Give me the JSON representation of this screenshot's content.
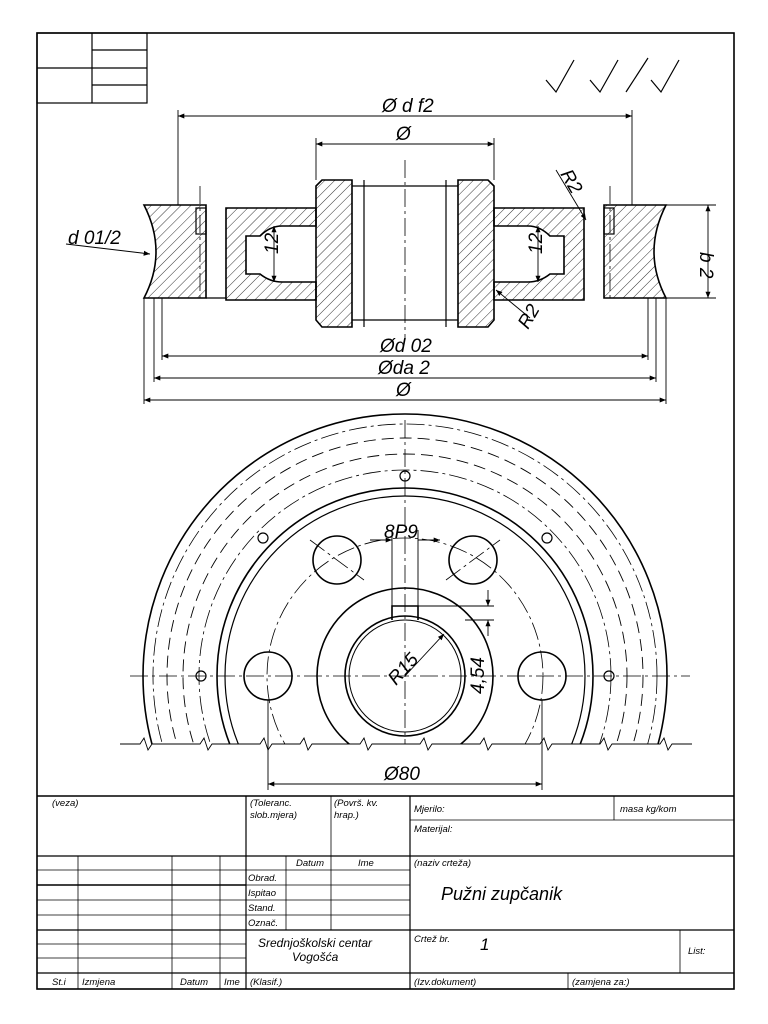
{
  "surface_symbols": [
    "√",
    "√",
    "/",
    "√"
  ],
  "section_view": {
    "d_f2": "Ø d f2",
    "d_bore": "Ø",
    "d_02": "Ød 02",
    "d_a2": "Øda 2",
    "d_outer": "Ø",
    "d_01_half": "d 01/2",
    "b2": "b 2",
    "r_top": "R2",
    "r_bottom": "R2",
    "rim_width_left": "12",
    "rim_width_right": "12"
  },
  "plan_view": {
    "keyway": "8P9",
    "radius": "R15",
    "key_depth": "4,54",
    "bolt_circle": "Ø80"
  },
  "title_block": {
    "veza": "(veza)",
    "toleranc_1": "(Toleranc.",
    "toleranc_2": "slob.mjera)",
    "povrs_1": "(Površ. kv.",
    "povrs_2": "hrap.)",
    "mjerilo": "Mjerilo:",
    "masa": "masa kg/kom",
    "materijal": "Materijal:",
    "datum": "Datum",
    "ime": "Ime",
    "naziv": "(naziv crteža)",
    "title": "Pužni zupčanik",
    "obrad": "Obrad.",
    "ispitao": "Ispitao",
    "stand": "Stand.",
    "oznac": "Označ.",
    "school_1": "Srednjoškolski centar",
    "school_2": "Vogošća",
    "crtez_br": "Crtež br.",
    "crtez_num": "1",
    "list": "List:",
    "st": "St.i",
    "izmjena": "Izmjena",
    "datum_bottom": "Datum",
    "ime_bottom": "Ime",
    "klasif": "(Klasif.)",
    "izv_dok": "(Izv.dokument)",
    "zamjena": "(zamjena za:)"
  }
}
